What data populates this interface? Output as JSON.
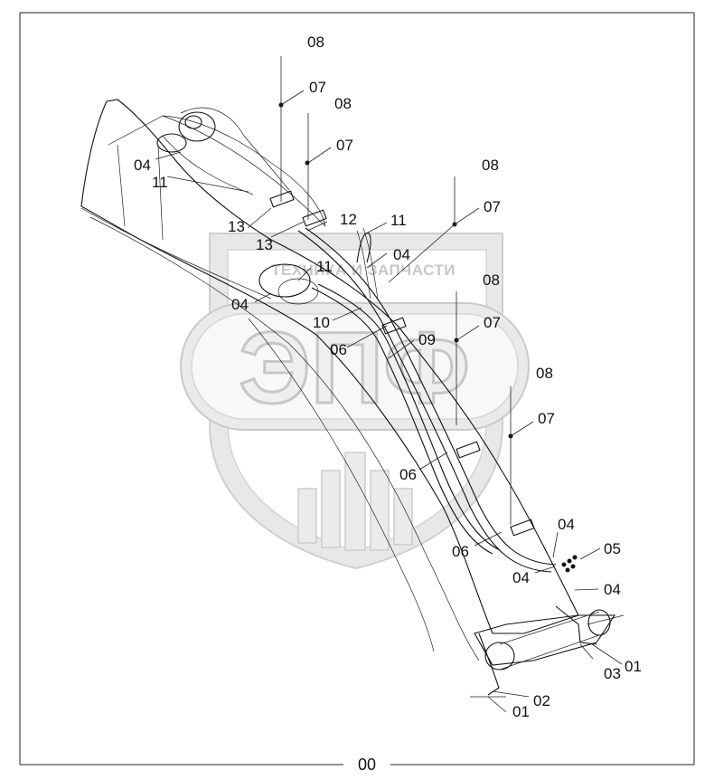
{
  "drawing": {
    "page_number": "00",
    "labels": {
      "l01a": "01",
      "l01b": "01",
      "l02": "02",
      "l03": "03",
      "l04a": "04",
      "l04b": "04",
      "l04c": "04",
      "l04d": "04",
      "l04e": "04",
      "l04f": "04",
      "l05": "05",
      "l06a": "06",
      "l06b": "06",
      "l06c": "06",
      "l07a": "07",
      "l07b": "07",
      "l07c": "07",
      "l07d": "07",
      "l07e": "07",
      "l08a": "08",
      "l08b": "08",
      "l08c": "08",
      "l08d": "08",
      "l08e": "08",
      "l09": "09",
      "l10": "10",
      "l11a": "11",
      "l11b": "11",
      "l11c": "11",
      "l12": "12",
      "l13a": "13",
      "l13b": "13"
    }
  },
  "watermark": {
    "company_text": "ТЕХНИКА И ЗАПЧАСТИ",
    "logo_letters": "ЭПФ"
  }
}
